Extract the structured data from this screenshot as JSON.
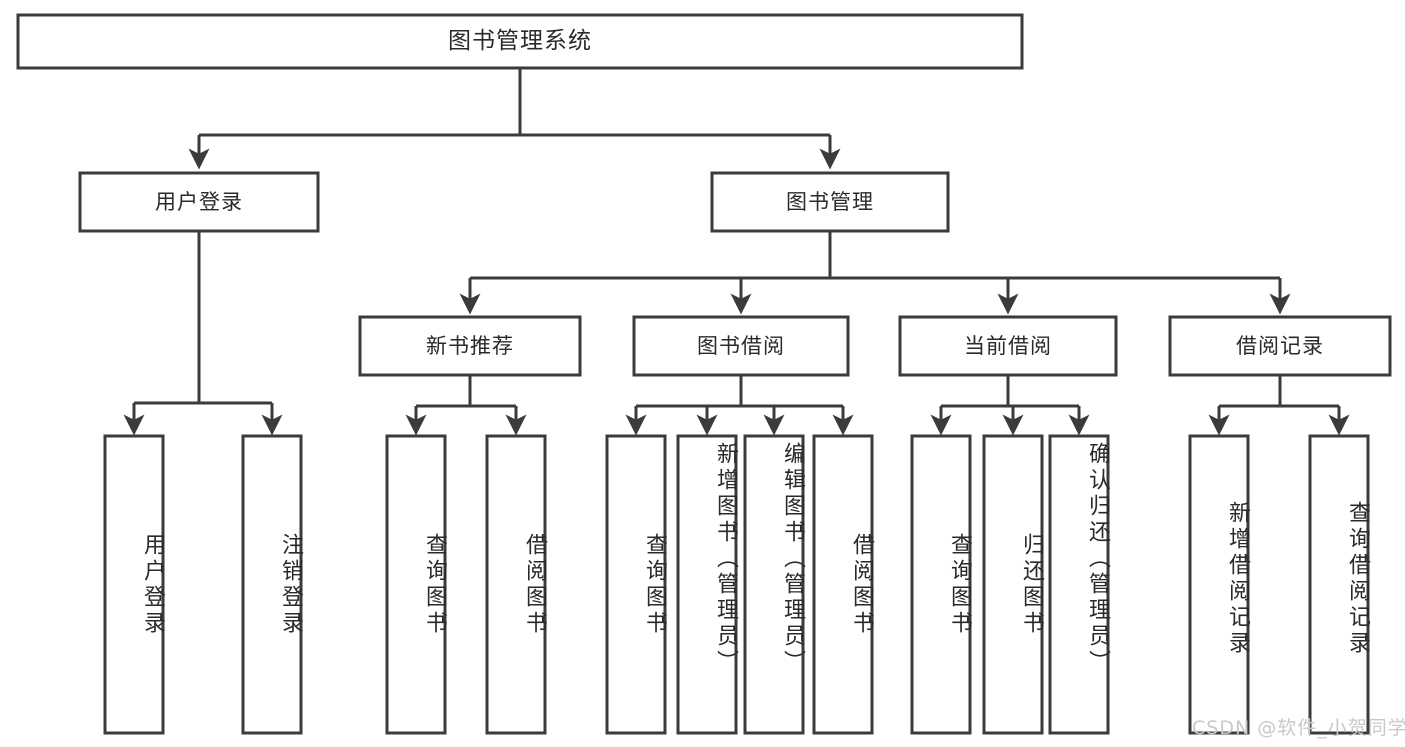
{
  "diagram": {
    "title_node": {
      "label": "图书管理系统"
    },
    "level2": [
      {
        "id": "user-login",
        "label": "用户登录"
      },
      {
        "id": "book-management",
        "label": "图书管理"
      }
    ],
    "level3": [
      {
        "id": "new-book-recommend",
        "label": "新书推荐"
      },
      {
        "id": "book-borrow",
        "label": "图书借阅"
      },
      {
        "id": "current-borrow",
        "label": "当前借阅"
      },
      {
        "id": "borrow-record",
        "label": "借阅记录"
      }
    ],
    "leaves": [
      {
        "id": "leaf-user-login",
        "label": "用户登录",
        "parent": "user-login"
      },
      {
        "id": "leaf-logout",
        "label": "注销登录",
        "parent": "user-login"
      },
      {
        "id": "leaf-query-book-1",
        "label": "查询图书",
        "parent": "new-book-recommend"
      },
      {
        "id": "leaf-borrow-book-1",
        "label": "借阅图书",
        "parent": "new-book-recommend"
      },
      {
        "id": "leaf-query-book-2",
        "label": "查询图书",
        "parent": "book-borrow"
      },
      {
        "id": "leaf-add-book",
        "label": "新增图书（管理员）",
        "parent": "book-borrow"
      },
      {
        "id": "leaf-edit-book",
        "label": "编辑图书（管理员）",
        "parent": "book-borrow"
      },
      {
        "id": "leaf-borrow-book-2",
        "label": "借阅图书",
        "parent": "book-borrow"
      },
      {
        "id": "leaf-query-book-3",
        "label": "查询图书",
        "parent": "current-borrow"
      },
      {
        "id": "leaf-return-book",
        "label": "归还图书",
        "parent": "current-borrow"
      },
      {
        "id": "leaf-confirm-return",
        "label": "确认归还（管理员）",
        "parent": "current-borrow"
      },
      {
        "id": "leaf-add-record",
        "label": "新增借阅记录",
        "parent": "borrow-record"
      },
      {
        "id": "leaf-query-record",
        "label": "查询借阅记录",
        "parent": "borrow-record"
      }
    ],
    "colors": {
      "stroke": "#3b3b3b",
      "fill": "#ffffff",
      "text": "#2a2a2a",
      "watermark": "#c9c9c9",
      "background": "#ffffff"
    }
  },
  "watermark": {
    "text": "CSDN @软件_小贺同学"
  }
}
